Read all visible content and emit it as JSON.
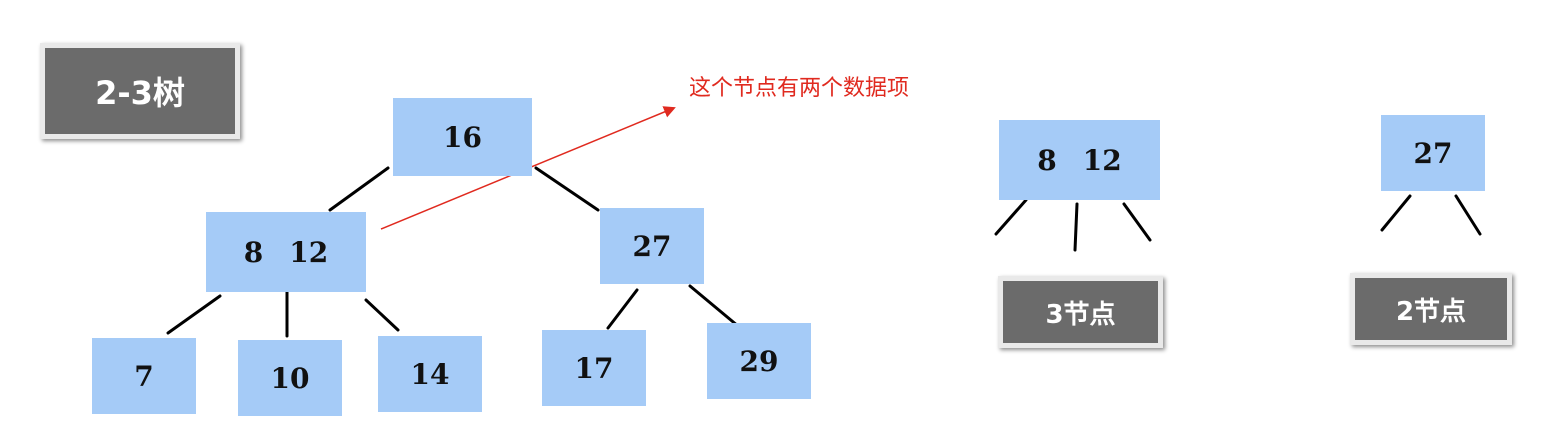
{
  "title_badge": "2-3树",
  "annotation": "这个节点有两个数据项",
  "tree": {
    "root": [
      "16"
    ],
    "level1_left": [
      "8",
      "12"
    ],
    "level1_right": [
      "27"
    ],
    "leaves": [
      "7",
      "10",
      "14",
      "17",
      "29"
    ]
  },
  "example_3node": {
    "keys": [
      "8",
      "12"
    ],
    "label": "3节点"
  },
  "example_2node": {
    "keys": [
      "27"
    ],
    "label": "2节点"
  },
  "colors": {
    "node_fill": "#a5cbf7",
    "badge_fill": "#6b6b6b",
    "annotation": "#e02a1f"
  }
}
